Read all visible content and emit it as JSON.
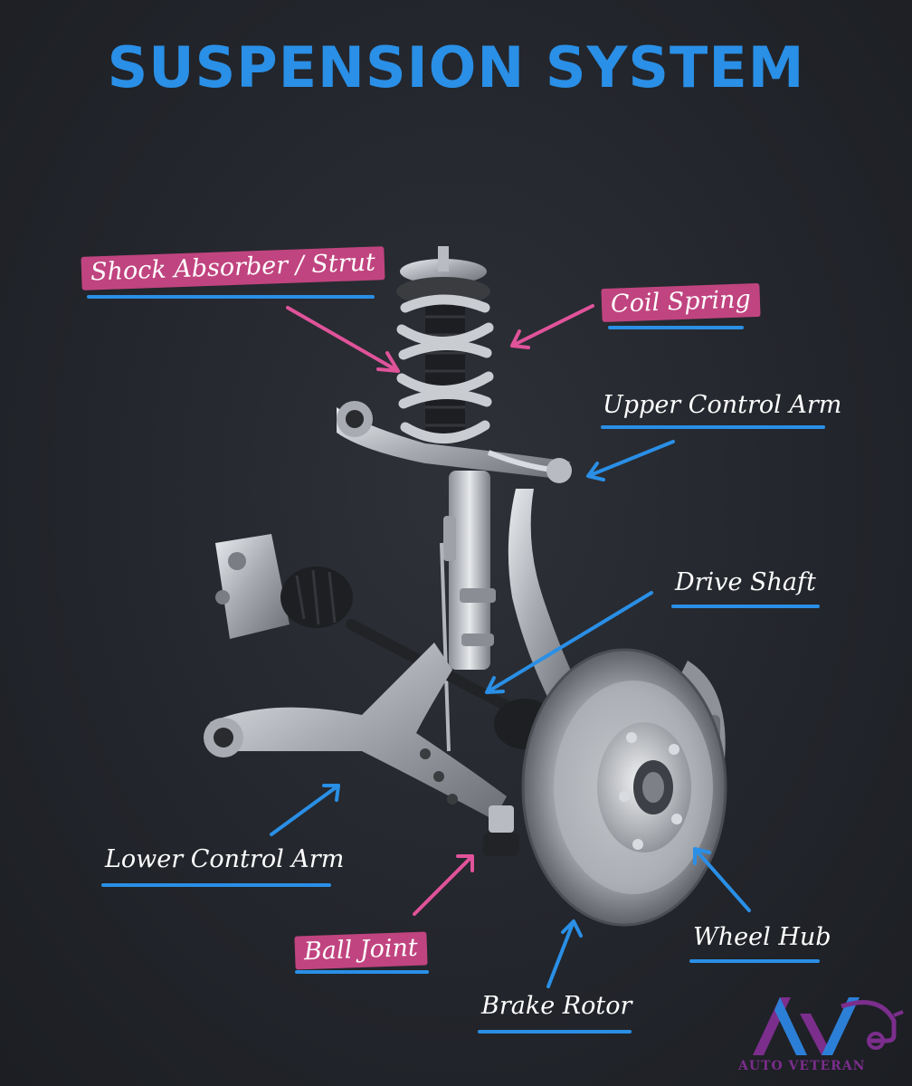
{
  "title": "SUSPENSION SYSTEM",
  "labels": {
    "shock": "Shock Absorber / Strut",
    "coil": "Coil Spring",
    "upper_arm": "Upper Control Arm",
    "drive_shaft": "Drive Shaft",
    "lower_arm": "Lower Control Arm",
    "ball_joint": "Ball Joint",
    "brake_rotor": "Brake Rotor",
    "wheel_hub": "Wheel Hub"
  },
  "logo": {
    "monogram": "AV",
    "text": "AUTO VETERAN"
  },
  "colors": {
    "title_blue": "#2a8fe6",
    "accent_pink": "#e0539a",
    "accent_blue": "#2a8fe6",
    "logo_purple": "#7b2e8c",
    "logo_blue": "#2c7fd6"
  }
}
